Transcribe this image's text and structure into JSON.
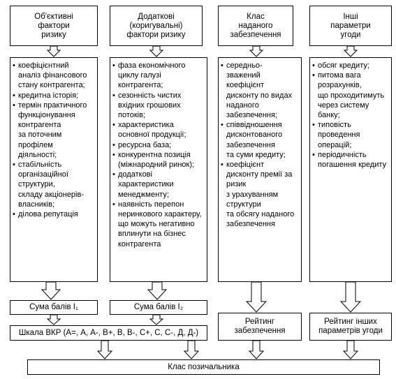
{
  "columns": [
    {
      "header": [
        "Об'єктивні",
        "фактори",
        "ризику"
      ],
      "items": [
        {
          "lines": [
            "коефіцієнтний",
            "аналіз фінансового",
            "стану контрагента;"
          ]
        },
        {
          "lines": [
            "кредитна історія;"
          ]
        },
        {
          "lines": [
            "термін практичного",
            "функціонування",
            "контрагента",
            "за поточним",
            "профілем",
            "діяльності;"
          ]
        },
        {
          "lines": [
            "стабільність",
            "організаційної",
            "структури,",
            "складу акціонерів-",
            "власників;"
          ]
        },
        {
          "lines": [
            "ділова репутація"
          ]
        }
      ]
    },
    {
      "header": [
        "Додаткові",
        "(коригувальні)",
        "фактори ризику"
      ],
      "items": [
        {
          "lines": [
            "фаза економічного",
            "циклу галузі",
            "контрагента;"
          ]
        },
        {
          "lines": [
            "сезонність чистих",
            "вхідних грошових",
            "потоків;"
          ]
        },
        {
          "lines": [
            "характеристика",
            "основної продукції;"
          ]
        },
        {
          "lines": [
            "ресурсна база;"
          ]
        },
        {
          "lines": [
            "конкурентна позиція",
            "(міжнародний ринок);"
          ]
        },
        {
          "lines": [
            "додаткові",
            "характеристики",
            "менеджменту;"
          ]
        },
        {
          "lines": [
            "наявність перепон",
            "неринкового характеру,",
            "що можуть негативно",
            "вплинути на бізнес",
            "контрагента"
          ]
        }
      ]
    },
    {
      "header": [
        "Клас",
        "наданого",
        "забезпечення"
      ],
      "items": [
        {
          "lines": [
            "середньо-",
            "зважений",
            "коефіцієнт",
            "дисконту по видах",
            "наданого",
            "забезпечення;"
          ]
        },
        {
          "lines": [
            "співвідношення",
            "дисконтованого",
            "забезпечення",
            "та суми кредиту;"
          ]
        },
        {
          "lines": [
            "коефіцієнт",
            "дисконту премії за",
            "ризик",
            "з урахуванням",
            "структури",
            "та обсягу наданого",
            "забезпечення"
          ]
        }
      ]
    },
    {
      "header": [
        "Інші",
        "параметри",
        "угоди"
      ],
      "items": [
        {
          "lines": [
            "обсяг кредиту;"
          ]
        },
        {
          "lines": [
            "питома вага",
            "розрахунків,",
            "що проходитимуть",
            "через систему",
            "банку;"
          ]
        },
        {
          "lines": [
            "типовість",
            "проведення",
            "операцій;"
          ]
        },
        {
          "lines": [
            "періодичність",
            "погашення кредиту"
          ]
        }
      ]
    }
  ],
  "sum1": "Сума балів I₁",
  "sum2": "Сума балів I₂",
  "rating1": [
    "Рейтинг",
    "забезпечення"
  ],
  "rating2": [
    "Рейтинг інших",
    "параметрів угоди"
  ],
  "scale": "Шкала ВКР (А=, А, А-, В+, В, В-, С+, С, С-, Д, Д-)",
  "final": "Клас позичальника"
}
